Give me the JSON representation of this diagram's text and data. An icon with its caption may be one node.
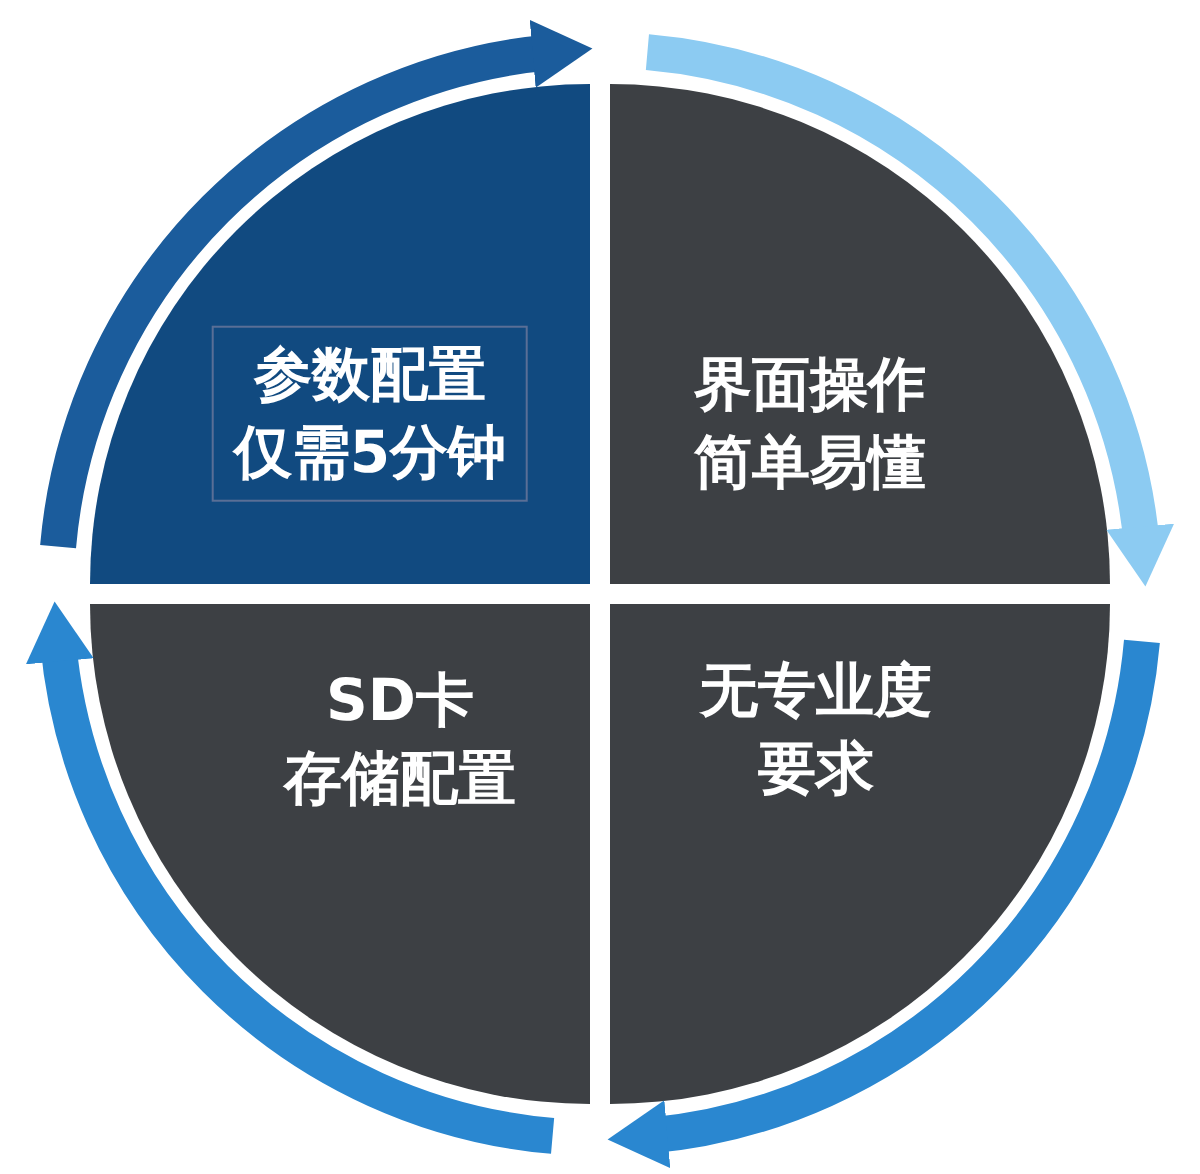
{
  "diagram": {
    "nodes": [
      {
        "text": [
          "参数配置仅需5分钟"
        ]
      },
      {
        "text": [
          "界面操作简单易懂"
        ]
      },
      {
        "text": [
          "SD卡",
          "存储配置"
        ]
      },
      {
        "text": [
          "无专业度要求"
        ]
      }
    ]
  }
}
